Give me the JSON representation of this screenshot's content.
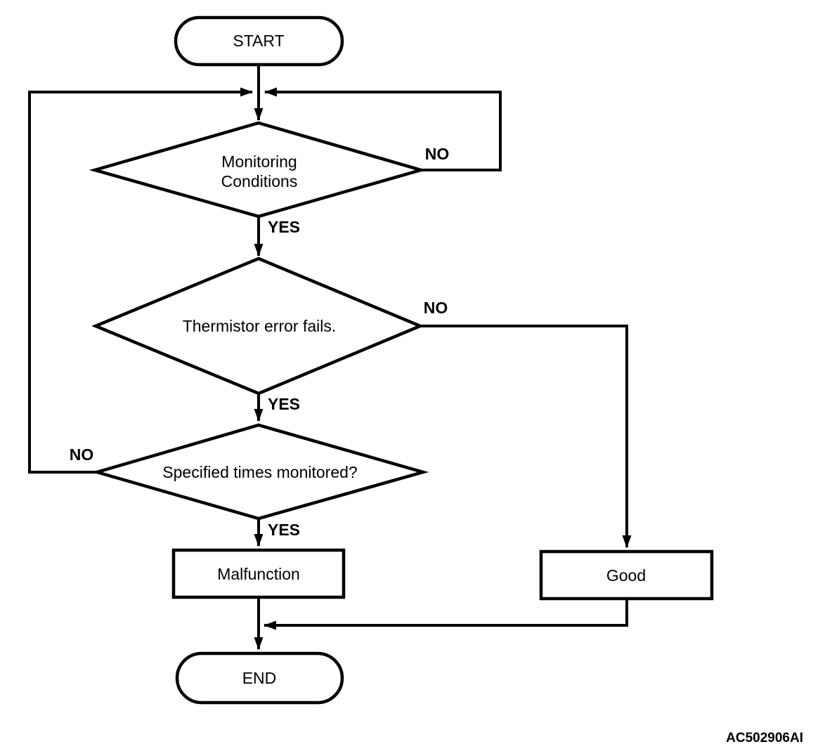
{
  "diagram": {
    "type": "flowchart",
    "caption": "AC502906AI",
    "colors": {
      "background": "#ffffff",
      "stroke": "#000000",
      "text": "#000000"
    },
    "nodes": [
      {
        "id": "start",
        "shape": "terminator",
        "label": "START"
      },
      {
        "id": "monitoring-conditions",
        "shape": "decision",
        "label": "Monitoring Conditions",
        "line1": "Monitoring",
        "line2": "Conditions"
      },
      {
        "id": "thermistor-error",
        "shape": "decision",
        "label": "Thermistor error fails."
      },
      {
        "id": "specified-times",
        "shape": "decision",
        "label": "Specified times monitored?"
      },
      {
        "id": "malfunction",
        "shape": "process",
        "label": "Malfunction"
      },
      {
        "id": "good",
        "shape": "process",
        "label": "Good"
      },
      {
        "id": "end",
        "shape": "terminator",
        "label": "END"
      }
    ],
    "edge_labels": {
      "monitoring_no": "NO",
      "monitoring_yes": "YES",
      "thermistor_no": "NO",
      "thermistor_yes": "YES",
      "specified_no": "NO",
      "specified_yes": "YES"
    }
  }
}
